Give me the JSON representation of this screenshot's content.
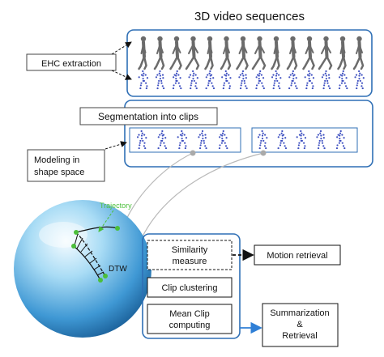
{
  "title": "3D video sequences",
  "boxes": {
    "ehc_extraction": "EHC extraction",
    "segmentation": "Segmentation into clips",
    "modeling_line1": "Modeling in",
    "modeling_line2": "shape space",
    "similarity_line1": "Similarity",
    "similarity_line2": "measure",
    "motion_retrieval": "Motion retrieval",
    "clip_clustering": "Clip clustering",
    "mean_clip_line1": "Mean Clip",
    "mean_clip_line2": "computing",
    "summarization_line1": "Summarization",
    "summarization_line2": "&",
    "summarization_line3": "Retrieval"
  },
  "sphere_labels": {
    "trajectory": "Trajectory",
    "dtw": "DTW"
  },
  "colors": {
    "frame_blue": "#2f6fb5",
    "arrow_blue": "#2f7fd6",
    "trajectory_green": "#4bbf3a",
    "sphere_light": "#dff3fd",
    "sphere_mid": "#79c3ea",
    "sphere_dark": "#1d6fae",
    "figure_gray": "#6b6b6b",
    "point_blue": "#3d4fc0"
  }
}
